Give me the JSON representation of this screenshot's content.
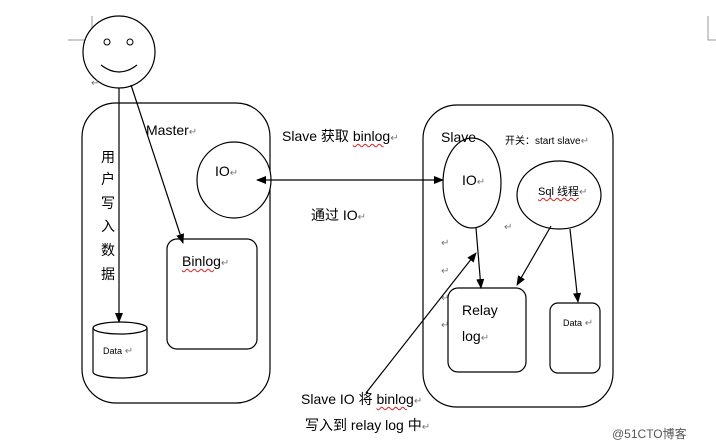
{
  "master": {
    "label": "Master",
    "io": "IO",
    "binlog": "Binlog",
    "data": "Data"
  },
  "user_write_chars": [
    "用",
    "户",
    "写",
    "入",
    "数",
    "据"
  ],
  "slave": {
    "label": "Slave",
    "switch": "开关：start slave",
    "io": "IO",
    "sql": "Sql 线程",
    "relay_line1": "Relay",
    "relay_line2": "log",
    "data": "Data"
  },
  "labels": {
    "slave_fetch_prefix": "Slave 获取 ",
    "slave_fetch_word": "binlog",
    "via_io": "通过 IO",
    "bottom_line1_prefix": "Slave IO 将 ",
    "bottom_line1_word": "binlog",
    "bottom_line2": "写入到 relay log 中"
  },
  "watermark": "@51CTO博客"
}
